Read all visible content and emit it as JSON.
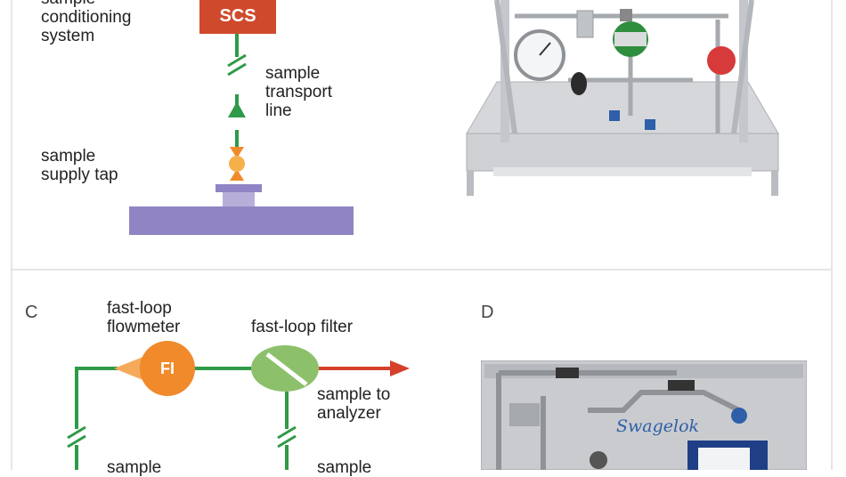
{
  "panel_a": {
    "scs_box_label": "SCS",
    "conditioning_label": "sample\nconditioning\nsystem",
    "transport_label": "sample\ntransport\nline",
    "supply_tap_label": "sample\nsupply tap"
  },
  "panel_c": {
    "letter": "C",
    "flowmeter_label": "fast-loop\nflowmeter",
    "fi_label": "FI",
    "filter_label": "fast-loop filter",
    "to_analyzer_label": "sample to\nanalyzer",
    "bottom_left_label": "sample",
    "bottom_right_label": "sample"
  },
  "panel_d": {
    "letter": "D",
    "brand_label": "Swagelok"
  },
  "colors": {
    "scs_red": "#cf4a2c",
    "line_green": "#2f9a47",
    "orange": "#f08a2a",
    "purple": "#9184c4",
    "filter_green": "#8cc06a",
    "analyzer_red": "#d6402a"
  }
}
